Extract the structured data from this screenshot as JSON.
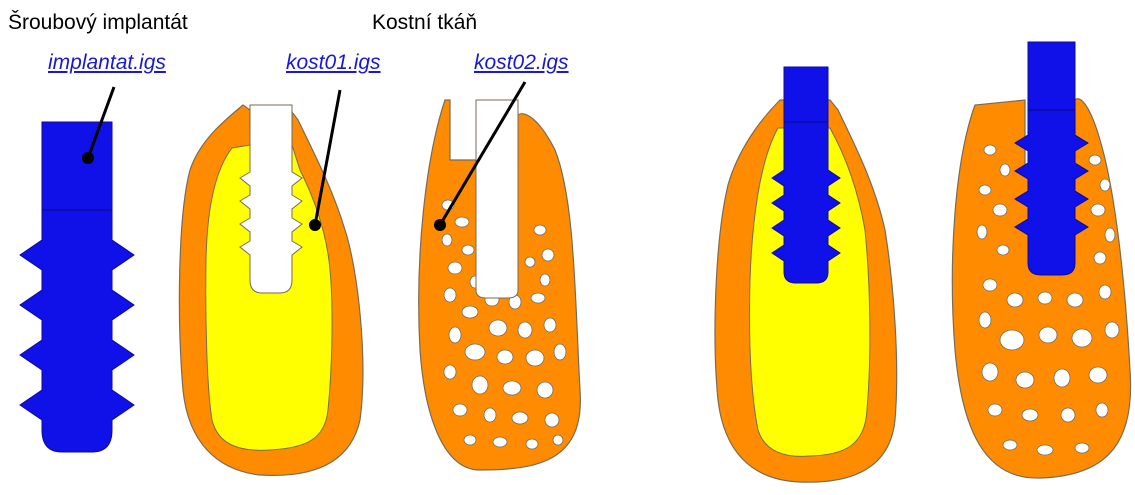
{
  "labels": {
    "implant_title": "Šroubový implantát",
    "bone_title": "Kostní tkáň"
  },
  "links": {
    "implant_file": "implantat.igs",
    "bone01_file": "kost01.igs",
    "bone02_file": "kost02.igs"
  },
  "colors": {
    "implant": "#1010e8",
    "cortical_bone": "#ff8c00",
    "trabecular_bone": "#ffff00",
    "outline": "#7a6a55",
    "link": "#1a1acc"
  }
}
